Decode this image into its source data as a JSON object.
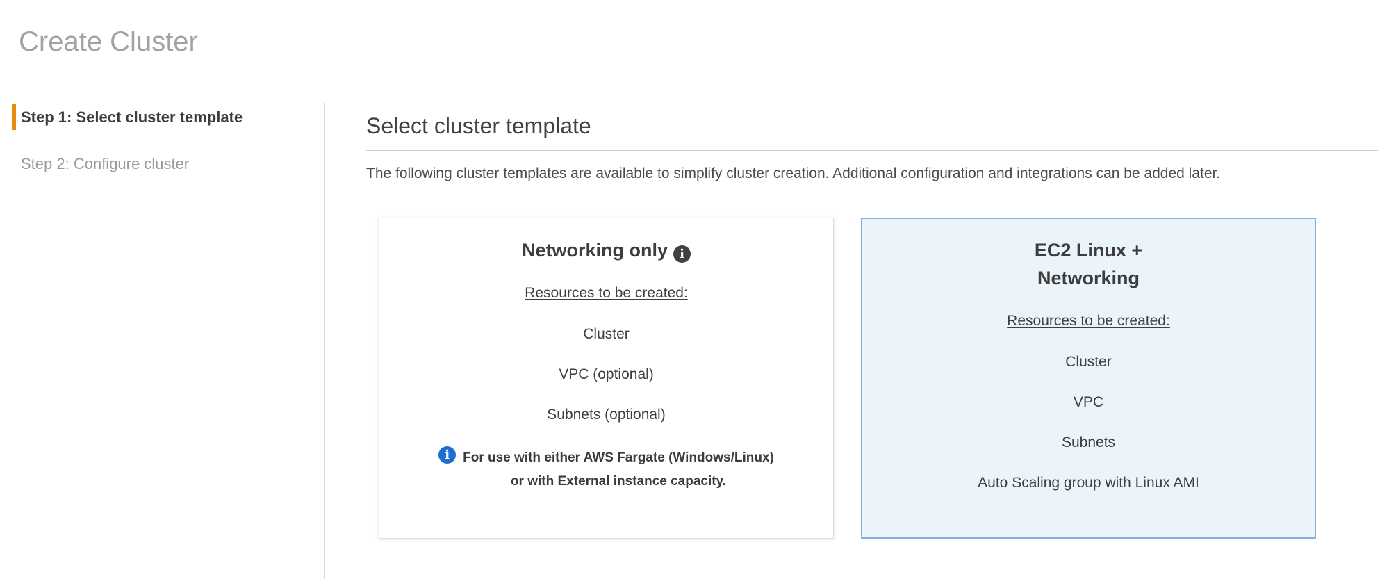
{
  "page_title": "Create Cluster",
  "steps": {
    "step1": "Step 1: Select cluster template",
    "step2": "Step 2: Configure cluster"
  },
  "main": {
    "heading": "Select cluster template",
    "description": "The following cluster templates are available to simplify cluster creation. Additional configuration and integrations can be added later.",
    "cards": [
      {
        "title": "Networking only",
        "resources_label": "Resources to be created:",
        "resources": [
          "Cluster",
          "VPC (optional)",
          "Subnets (optional)"
        ],
        "footnote_line1": "For use with either AWS Fargate (Windows/Linux)",
        "footnote_line2": "or with External instance capacity.",
        "selected": false
      },
      {
        "title": "EC2 Linux + Networking",
        "resources_label": "Resources to be created:",
        "resources": [
          "Cluster",
          "VPC",
          "Subnets",
          "Auto Scaling group with Linux AMI"
        ],
        "selected": true
      }
    ]
  },
  "icons": {
    "info_glyph": "i"
  },
  "colors": {
    "accent_orange": "#e8890d",
    "title_gray": "#a2a2a2",
    "text_dark": "#3d3d3d",
    "text_gray": "#9b9b9b",
    "divider": "#d8d8d8",
    "selected_card_border": "#85b2dc",
    "selected_card_bg": "#ecf4fb",
    "info_icon_dark": "#414141",
    "info_icon_blue": "#1d6ece"
  }
}
